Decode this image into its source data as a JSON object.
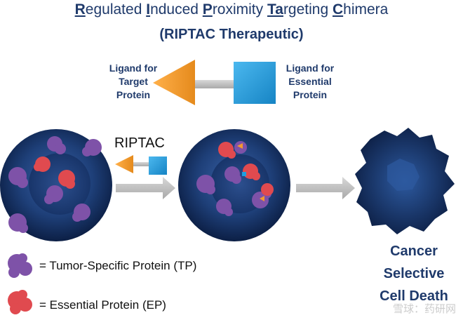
{
  "title": {
    "line1_parts": [
      {
        "u": "R",
        "t": "egulated "
      },
      {
        "u": "I",
        "t": "nduced "
      },
      {
        "u": "P",
        "t": "roximity "
      },
      {
        "u": "Ta",
        "t": "rgeting "
      },
      {
        "u": "C",
        "t": "himera"
      }
    ],
    "line2": "(RIPTAC Therapeutic)"
  },
  "ligand_target": [
    "Ligand for",
    "Target",
    "Protein"
  ],
  "ligand_essential": [
    "Ligand for",
    "Essential",
    "Protein"
  ],
  "riptac_label": "RIPTAC",
  "outcome": [
    "Cancer",
    "Selective",
    "Cell Death"
  ],
  "legend": {
    "tp": "= Tumor-Specific Protein (TP)",
    "ep": "= Essential Protein (EP)"
  },
  "watermark": "雪球：药研网",
  "colors": {
    "title": "#1f3a6b",
    "ligand_target": "#f39a2e",
    "ligand_essential": "#1e9ee0",
    "tp_protein": "#7e52a8",
    "ep_protein": "#e04a4f",
    "cell": "#1e3f78"
  }
}
